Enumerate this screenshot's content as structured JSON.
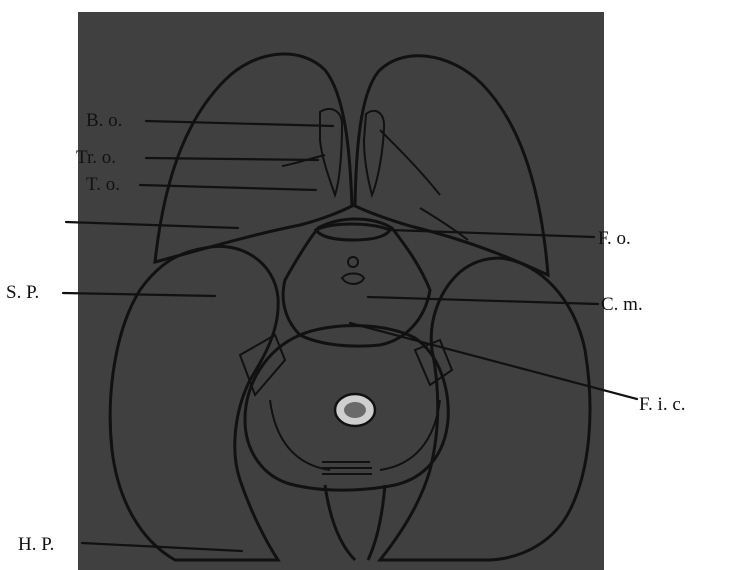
{
  "labels": {
    "bo": "B. o.",
    "tro": "Tr. o.",
    "to": "T. o.",
    "fo": "F. o.",
    "sp": "S. P.",
    "cm": "C. m.",
    "fic": "F. i. c.",
    "hp": "H. P."
  }
}
